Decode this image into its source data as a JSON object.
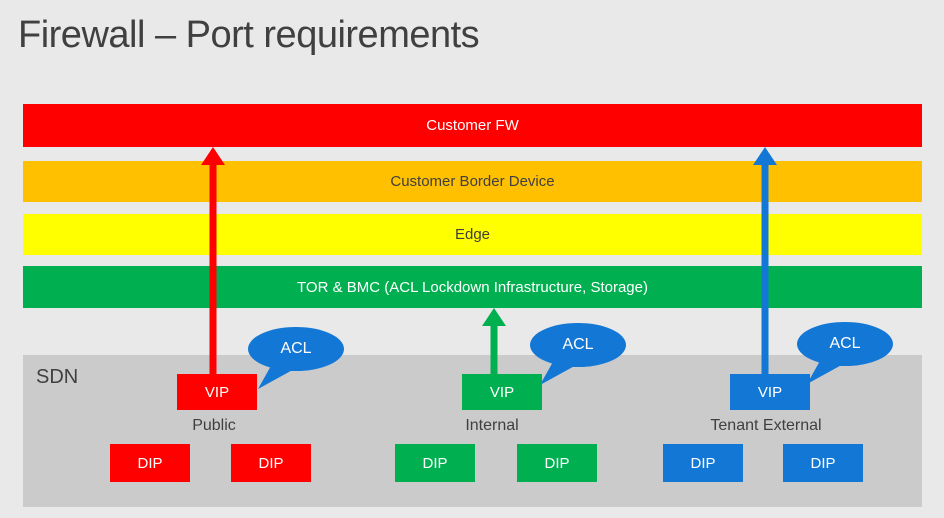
{
  "title": "Firewall – Port requirements",
  "colors": {
    "red": "#fe0000",
    "orange": "#ffc000",
    "yellow": "#ffff00",
    "green": "#00b050",
    "blue": "#1377d6",
    "dark_text": "#3f3f3f",
    "white_text": "#ffffff",
    "sdn_background": "#cbcbcb",
    "page_background": "#e9e9e9"
  },
  "bars": [
    {
      "label": "Customer FW",
      "color": "#fe0000",
      "text_color": "#ffffff"
    },
    {
      "label": "Customer Border Device",
      "color": "#ffc000",
      "text_color": "#3f3f3f"
    },
    {
      "label": "Edge",
      "color": "#ffff00",
      "text_color": "#3f3f3f"
    },
    {
      "label": "TOR & BMC (ACL Lockdown Infrastructure, Storage)",
      "color": "#00b050",
      "text_color": "#ffffff"
    }
  ],
  "sdn": {
    "label": "SDN",
    "acl_label": "ACL",
    "groups": [
      {
        "name": "Public",
        "vip_label": "VIP",
        "color": "#fe0000",
        "dip_labels": [
          "DIP",
          "DIP"
        ]
      },
      {
        "name": "Internal",
        "vip_label": "VIP",
        "color": "#00b050",
        "dip_labels": [
          "DIP",
          "DIP"
        ]
      },
      {
        "name": "Tenant External",
        "vip_label": "VIP",
        "color": "#1377d6",
        "dip_labels": [
          "DIP",
          "DIP"
        ]
      }
    ]
  },
  "arrows": [
    {
      "from": "Public VIP",
      "to": "Customer FW",
      "color": "#fe0000"
    },
    {
      "from": "Internal VIP",
      "to": "TOR & BMC",
      "color": "#00b050"
    },
    {
      "from": "Tenant External VIP",
      "to": "Customer FW",
      "color": "#1377d6"
    }
  ]
}
